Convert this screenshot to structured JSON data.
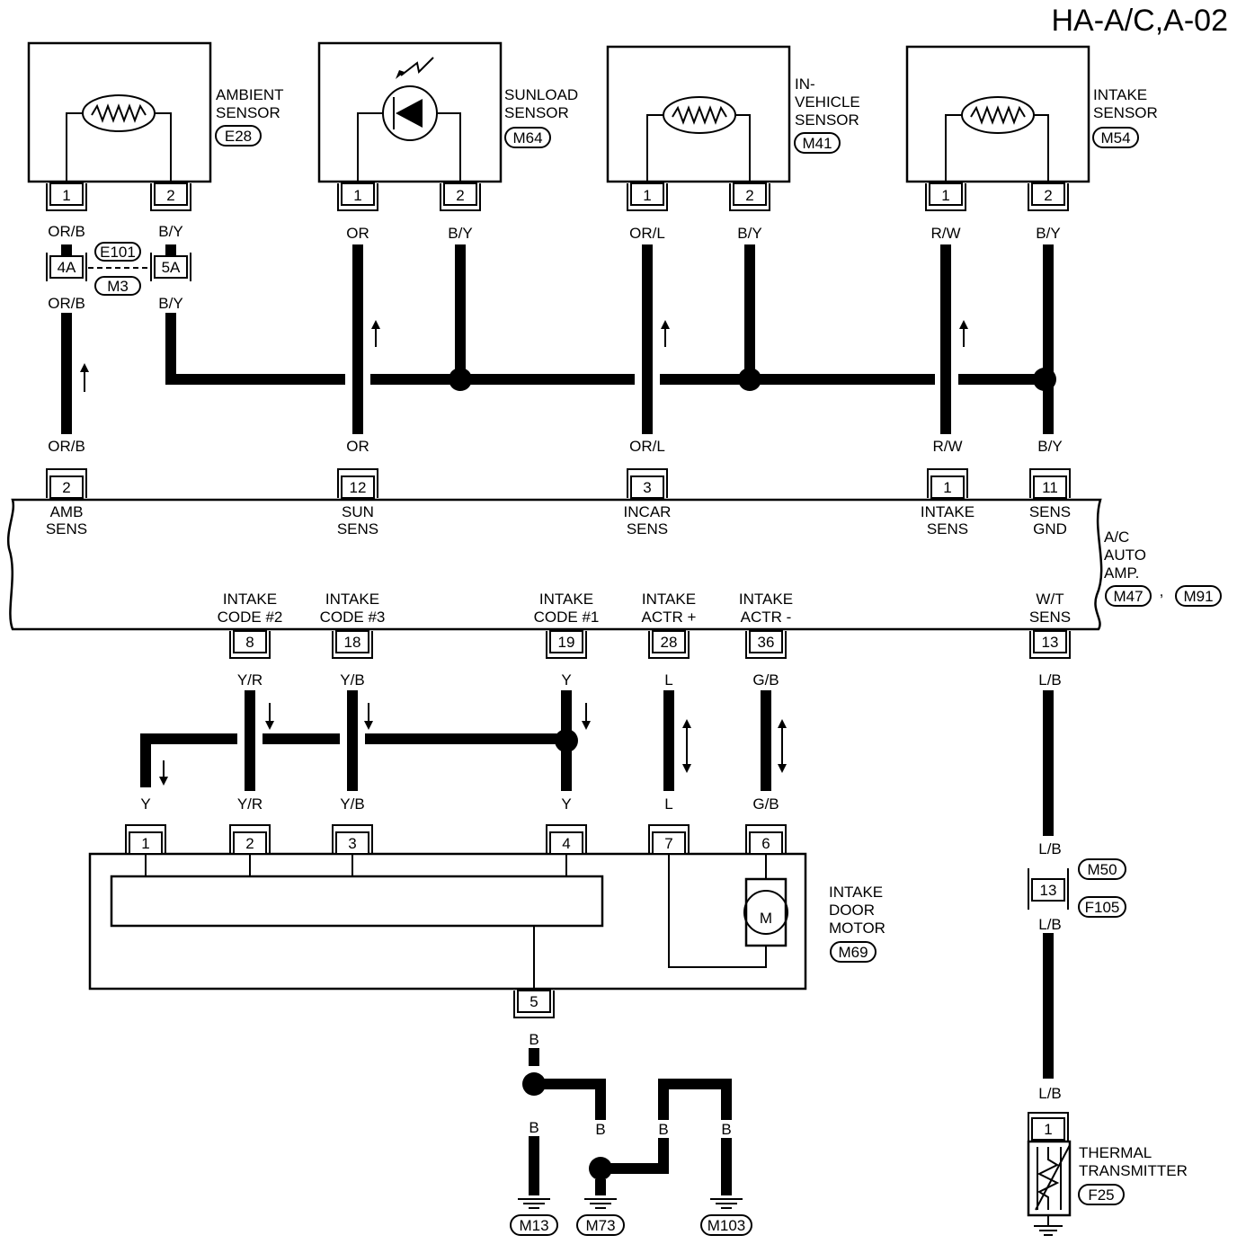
{
  "title": "HA-A/C,A-02",
  "sensors": {
    "ambient": {
      "name_line1": "AMBIENT",
      "name_line2": "SENSOR",
      "conn": "E28",
      "pin1": "1",
      "pin2": "2",
      "wire1": "OR/B",
      "wire2": "B/Y"
    },
    "sunload": {
      "name_line1": "SUNLOAD",
      "name_line2": "SENSOR",
      "conn": "M64",
      "pin1": "1",
      "pin2": "2",
      "wire1": "OR",
      "wire2": "B/Y"
    },
    "invehicle": {
      "name_line1": "IN-",
      "name_line2": "VEHICLE",
      "name_line3": "SENSOR",
      "conn": "M41",
      "pin1": "1",
      "pin2": "2",
      "wire1": "OR/L",
      "wire2": "B/Y"
    },
    "intake": {
      "name_line1": "INTAKE",
      "name_line2": "SENSOR",
      "conn": "M54",
      "pin1": "1",
      "pin2": "2",
      "wire1": "R/W",
      "wire2": "B/Y"
    }
  },
  "joint": {
    "pin_a": "4A",
    "pin_b": "5A",
    "conn_top": "E101",
    "conn_bottom": "M3",
    "wire_a": "OR/B",
    "wire_b": "B/Y"
  },
  "amp": {
    "name_line1": "A/C",
    "name_line2": "AUTO",
    "name_line3": "AMP.",
    "conn1": "M47",
    "conn2": "M91",
    "sep": ",",
    "top_pins": [
      {
        "wire": "OR/B",
        "pin": "2",
        "label1": "AMB",
        "label2": "SENS"
      },
      {
        "wire": "OR",
        "pin": "12",
        "label1": "SUN",
        "label2": "SENS"
      },
      {
        "wire": "OR/L",
        "pin": "3",
        "label1": "INCAR",
        "label2": "SENS"
      },
      {
        "wire": "R/W",
        "pin": "1",
        "label1": "INTAKE",
        "label2": "SENS"
      },
      {
        "wire": "B/Y",
        "pin": "11",
        "label1": "SENS",
        "label2": "GND"
      }
    ],
    "bottom_pins": [
      {
        "label1": "INTAKE",
        "label2": "CODE #2",
        "pin": "8",
        "wire": "Y/R"
      },
      {
        "label1": "INTAKE",
        "label2": "CODE #3",
        "pin": "18",
        "wire": "Y/B"
      },
      {
        "label1": "INTAKE",
        "label2": "CODE #1",
        "pin": "19",
        "wire": "Y"
      },
      {
        "label1": "INTAKE",
        "label2": "ACTR +",
        "pin": "28",
        "wire": "L"
      },
      {
        "label1": "INTAKE",
        "label2": "ACTR -",
        "pin": "36",
        "wire": "G/B"
      },
      {
        "label1": "W/T",
        "label2": "SENS",
        "pin": "13",
        "wire": "L/B"
      }
    ]
  },
  "motor": {
    "name_line1": "INTAKE",
    "name_line2": "DOOR",
    "name_line3": "MOTOR",
    "conn": "M69",
    "symbol": "M",
    "pins": [
      {
        "pin": "1",
        "wire": "Y"
      },
      {
        "pin": "2",
        "wire": "Y/R"
      },
      {
        "pin": "3",
        "wire": "Y/B"
      },
      {
        "pin": "4",
        "wire": "Y"
      },
      {
        "pin": "7",
        "wire": "L"
      },
      {
        "pin": "6",
        "wire": "G/B"
      }
    ],
    "ground_pin": "5"
  },
  "grounds": {
    "wire_main": "B",
    "wire_left": "B",
    "wire_mid": "B",
    "wire_right1": "B",
    "wire_right2": "B",
    "g1": "M13",
    "g2": "M73",
    "g3": "M103"
  },
  "thermal": {
    "wire_top": "L/B",
    "conn_top": "M50",
    "conn_bottom": "F105",
    "pin": "13",
    "wire_mid": "L/B",
    "wire_bottom": "L/B",
    "pin_t": "1",
    "name_line1": "THERMAL",
    "name_line2": "TRANSMITTER",
    "conn": "F25"
  }
}
